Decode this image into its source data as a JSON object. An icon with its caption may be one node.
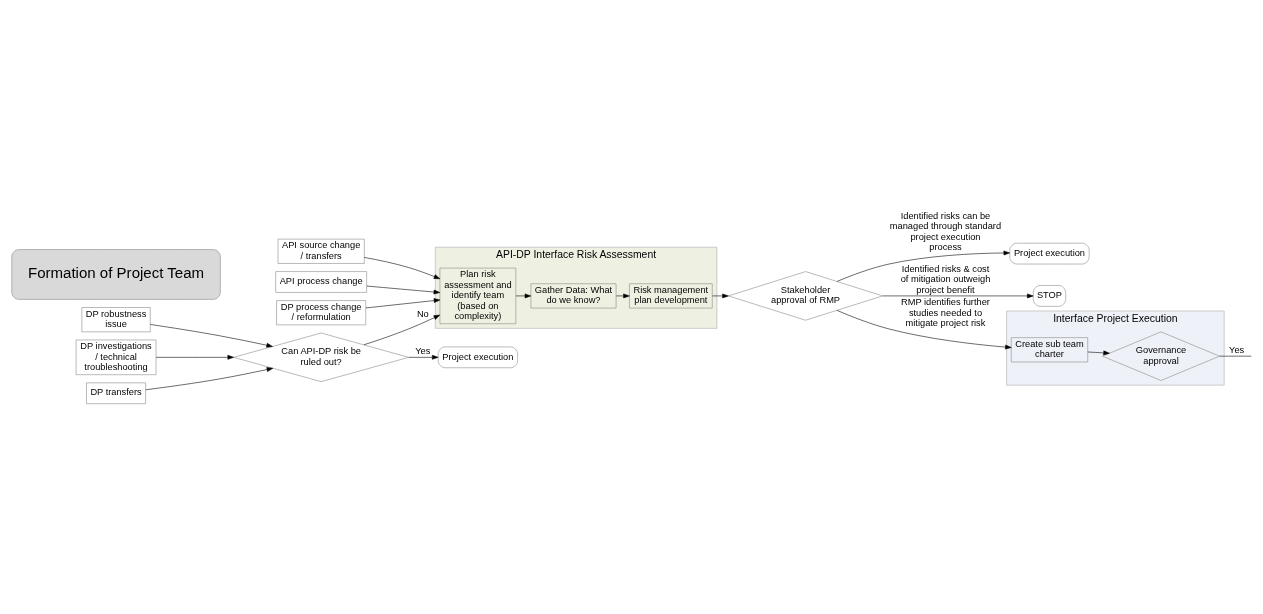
{
  "diagram": {
    "nodes": [
      {
        "text": [
          "API source change / transfers"
        ]
      },
      {
        "text": [
          "API process change"
        ]
      },
      {
        "text": [
          "DP process change / reformulation"
        ]
      },
      {
        "text": [
          "API-DP Interface Risk Assessment"
        ]
      },
      {
        "text": [
          "Plan risk assessment and identify team (based on complexity)"
        ],
        "in": 3
      },
      {
        "text": [
          "Gather Data: What do we know?"
        ],
        "in": 3
      },
      {
        "text": [
          "Risk management plan development"
        ],
        "in": 3
      },
      {
        "text": [
          "Stakeholder approval of RMP"
        ]
      },
      {
        "text": [
          "Project execution"
        ]
      },
      {
        "text": [
          "STOP"
        ]
      },
      {
        "text": [
          "Can API-DP risk be ruled out?"
        ]
      },
      {
        "text": [
          "Project execution"
        ]
      },
      {
        "text": [
          "DP robustness issue"
        ]
      },
      {
        "text": [
          "DP investigations / technical troubleshooting"
        ]
      },
      {
        "text": [
          "DP transfers"
        ]
      },
      {
        "text": [
          "Interface Project Execution"
        ]
      },
      {
        "text": [
          "Create sub team charter"
        ],
        "in": 15
      },
      {
        "text": [
          "Governance approval"
        ],
        "in": 15
      },
      {
        "text": [
          "Formation of Project Team"
        ]
      }
    ],
    "edges": [
      {
        "from": 0,
        "to": 4,
        "arrow": "to"
      },
      {
        "from": 1,
        "to": 4,
        "arrow": "to"
      },
      {
        "from": 2,
        "to": 4,
        "arrow": "to"
      },
      {
        "from": 12,
        "to": 10,
        "arrow": "to"
      },
      {
        "from": 13,
        "to": 10,
        "arrow": "to"
      },
      {
        "from": 14,
        "to": 10,
        "arrow": "to"
      },
      {
        "from": 10,
        "to": 4,
        "arrow": "to",
        "label": "No"
      },
      {
        "from": 10,
        "to": 11,
        "arrow": "to",
        "label": "Yes"
      },
      {
        "from": 4,
        "to": 5,
        "arrow": "to"
      },
      {
        "from": 5,
        "to": 6,
        "arrow": "to"
      },
      {
        "from": 6,
        "to": 7,
        "arrow": "to"
      },
      {
        "from": 7,
        "to": 8,
        "arrow": "to",
        "label": "Identified risks can be managed through standard project execution process"
      },
      {
        "from": 7,
        "to": 9,
        "arrow": "to",
        "label": "Identified risks & cost of mitigation outweigh project benefit"
      },
      {
        "from": 7,
        "to": 16,
        "arrow": "to",
        "label": "RMP identifies further studies needed to mitigate project risk"
      },
      {
        "from": 16,
        "to": 17,
        "arrow": "to"
      },
      {
        "from": 17,
        "to": null,
        "arrow": "none",
        "label": "Yes"
      }
    ]
  }
}
